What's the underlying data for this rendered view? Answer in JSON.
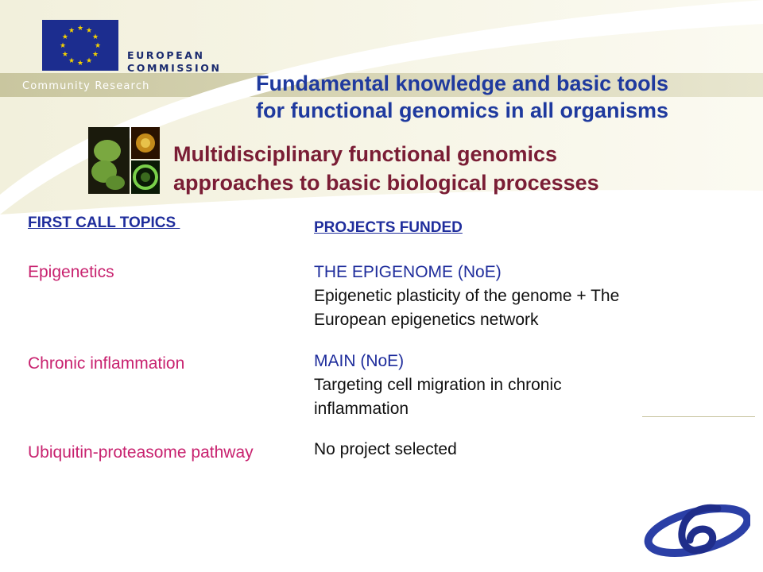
{
  "header": {
    "org_line1": "EUROPEAN",
    "org_line2": "COMMISSION",
    "community": "Community Research",
    "flag_color": "#1c2d8f",
    "icons": [
      "eu-flag-icon",
      "cell-microscopy-image",
      "fp6-logo-icon"
    ]
  },
  "title_lines": [
    "Fundamental knowledge and basic tools",
    "for functional genomics in all organisms"
  ],
  "subtitle_lines": [
    "Multidisciplinary functional genomics",
    "approaches to basic biological processes"
  ],
  "columns": {
    "topics_head": "FIRST CALL TOPICS ",
    "projects_head": "PROJECTS FUNDED"
  },
  "rows": [
    {
      "topic": "Epigenetics",
      "project": "THE EPIGENOME (NoE)",
      "desc": "Epigenetic plasticity of the genome + The European epigenetics network"
    },
    {
      "topic": "Chronic inflammation",
      "project": "MAIN (NoE)",
      "desc": "Targeting cell migration in chronic inflammation"
    },
    {
      "topic": "Ubiquitin-proteasome pathway",
      "project": "",
      "desc": "No project selected"
    }
  ],
  "colors": {
    "title": "#1f3a9e",
    "subtitle": "#7a1d35",
    "topic": "#c8226f",
    "heading": "#1f2d9c"
  }
}
